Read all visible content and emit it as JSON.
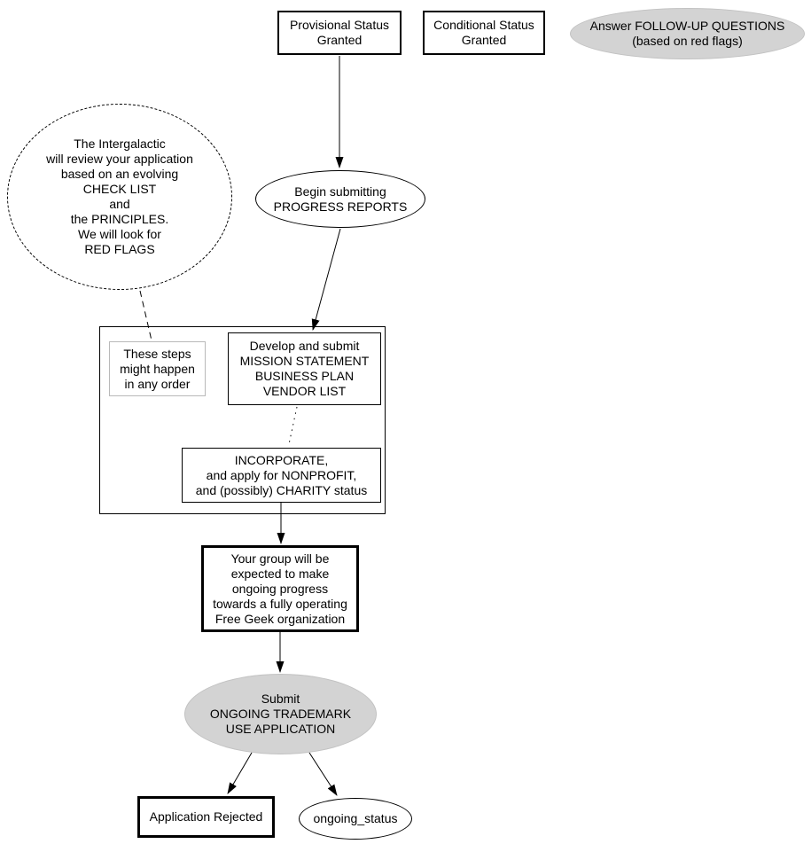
{
  "diagram": {
    "kind": "flowchart",
    "background": "#ffffff",
    "colors": {
      "node_border": "#000000",
      "edge": "#000000",
      "gray_fill": "#d3d3d3",
      "gray_border": "#c2c2c2",
      "note_border": "#b9b9b9",
      "text": "#000000"
    }
  },
  "nodes": {
    "provisional": {
      "label": "Provisional Status\nGranted",
      "shape": "rect-bold"
    },
    "conditional": {
      "label": "Conditional Status\nGranted",
      "shape": "rect-bold"
    },
    "followup": {
      "label": "Answer FOLLOW-UP QUESTIONS\n(based on red flags)",
      "shape": "ellipse-gray"
    },
    "review_note": {
      "label": "The Intergalactic\nwill review your application\nbased on an evolving\nCHECK LIST\nand\nthe PRINCIPLES.\nWe will look for\nRED FLAGS",
      "shape": "ellipse-dashed"
    },
    "progress_reports": {
      "label": "Begin submitting\nPROGRESS REPORTS",
      "shape": "ellipse"
    },
    "any_order_note": {
      "label": "These steps\nmight happen\nin any order",
      "shape": "note"
    },
    "develop": {
      "label": "Develop and submit\nMISSION STATEMENT\nBUSINESS PLAN\nVENDOR LIST",
      "shape": "rect"
    },
    "incorporate": {
      "label": "INCORPORATE,\nand apply for NONPROFIT,\nand (possibly) CHARITY status",
      "shape": "rect"
    },
    "ongoing_progress": {
      "label": "Your group will be\nexpected to make\nongoing progress\ntowards a fully operating\nFree Geek organization",
      "shape": "rect-xbold"
    },
    "trademark": {
      "label": "Submit\nONGOING TRADEMARK\nUSE APPLICATION",
      "shape": "ellipse-gray"
    },
    "rejected": {
      "label": "Application Rejected",
      "shape": "rect-xbold"
    },
    "ongoing_status": {
      "label": "ongoing_status",
      "shape": "ellipse"
    }
  },
  "edges": [
    {
      "from": "provisional",
      "to": "progress_reports",
      "style": "solid",
      "arrow": true
    },
    {
      "from": "progress_reports",
      "to": "develop",
      "style": "solid",
      "arrow": true
    },
    {
      "from": "review_note",
      "to": "any_order_note",
      "style": "dashed",
      "arrow": false
    },
    {
      "from": "develop",
      "to": "incorporate",
      "style": "dotted",
      "arrow": false
    },
    {
      "from": "incorporate",
      "to": "ongoing_progress",
      "style": "solid",
      "arrow": true
    },
    {
      "from": "ongoing_progress",
      "to": "trademark",
      "style": "solid",
      "arrow": true
    },
    {
      "from": "trademark",
      "to": "rejected",
      "style": "solid",
      "arrow": true
    },
    {
      "from": "trademark",
      "to": "ongoing_status",
      "style": "solid",
      "arrow": true
    }
  ]
}
